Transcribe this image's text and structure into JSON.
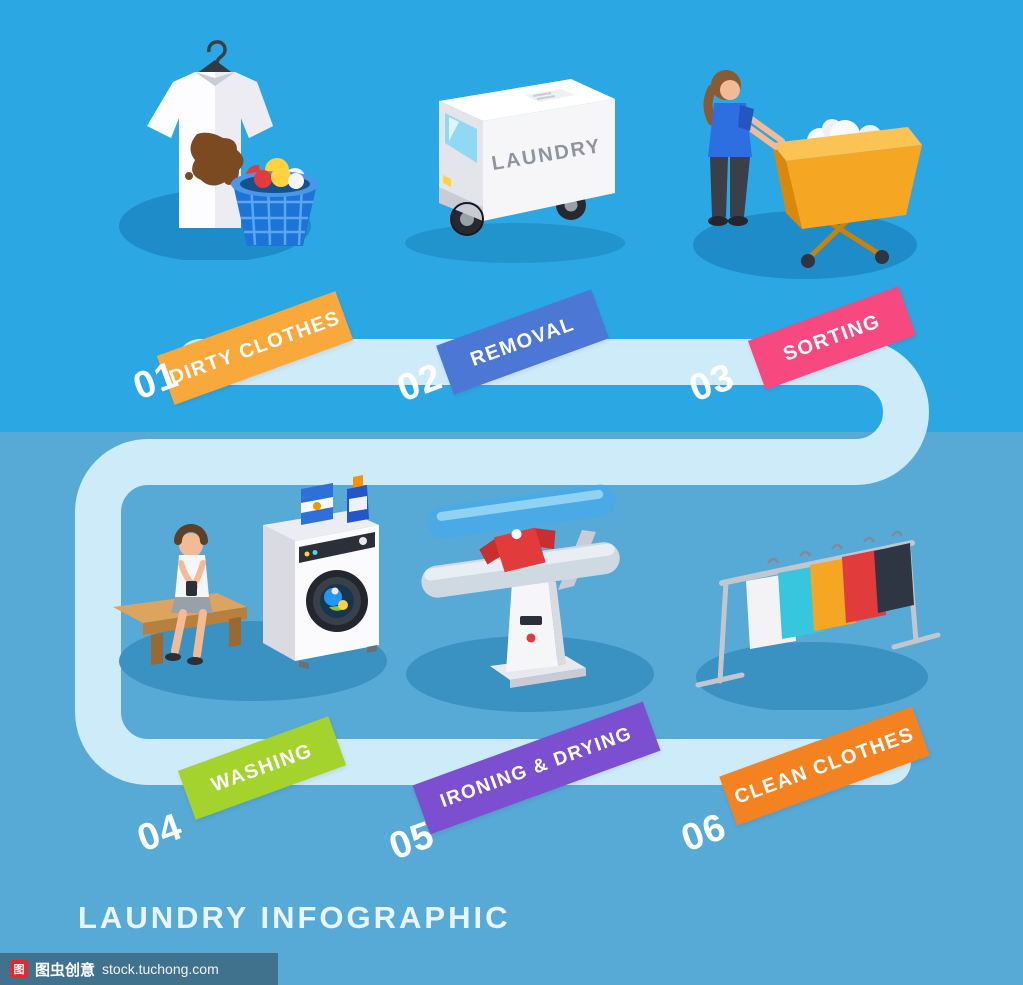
{
  "colors": {
    "bg_top": "#2BA8E4",
    "bg_bottom": "#57A9D6",
    "flow_path": "#CDEBF8",
    "platform_top_row": "#1E8CC9",
    "platform_bottom_row": "#3A92C2"
  },
  "steps": [
    {
      "number": "01",
      "label": "DIRTY CLOTHES",
      "color": "#F9A93C",
      "icon": "stained-shirt-basket-icon"
    },
    {
      "number": "02",
      "label": "REMOVAL",
      "color": "#4D77D4",
      "icon": "laundry-van-icon",
      "van_text": "LAUNDRY"
    },
    {
      "number": "03",
      "label": "SORTING",
      "color": "#F7487F",
      "icon": "laundry-cart-icon"
    },
    {
      "number": "04",
      "label": "WASHING",
      "color": "#A5D32E",
      "icon": "washing-machine-icon"
    },
    {
      "number": "05",
      "label": "IRONING & DRYING",
      "color": "#7C4FD0",
      "icon": "ironing-press-icon"
    },
    {
      "number": "06",
      "label": "CLEAN CLOTHES",
      "color": "#F58220",
      "icon": "clothes-rack-icon"
    }
  ],
  "footer": {
    "title": "LAUNDRY INFOGRAPHIC"
  },
  "watermark": {
    "logo": "图",
    "brand": "图虫创意",
    "site": "stock.tuchong.com"
  }
}
